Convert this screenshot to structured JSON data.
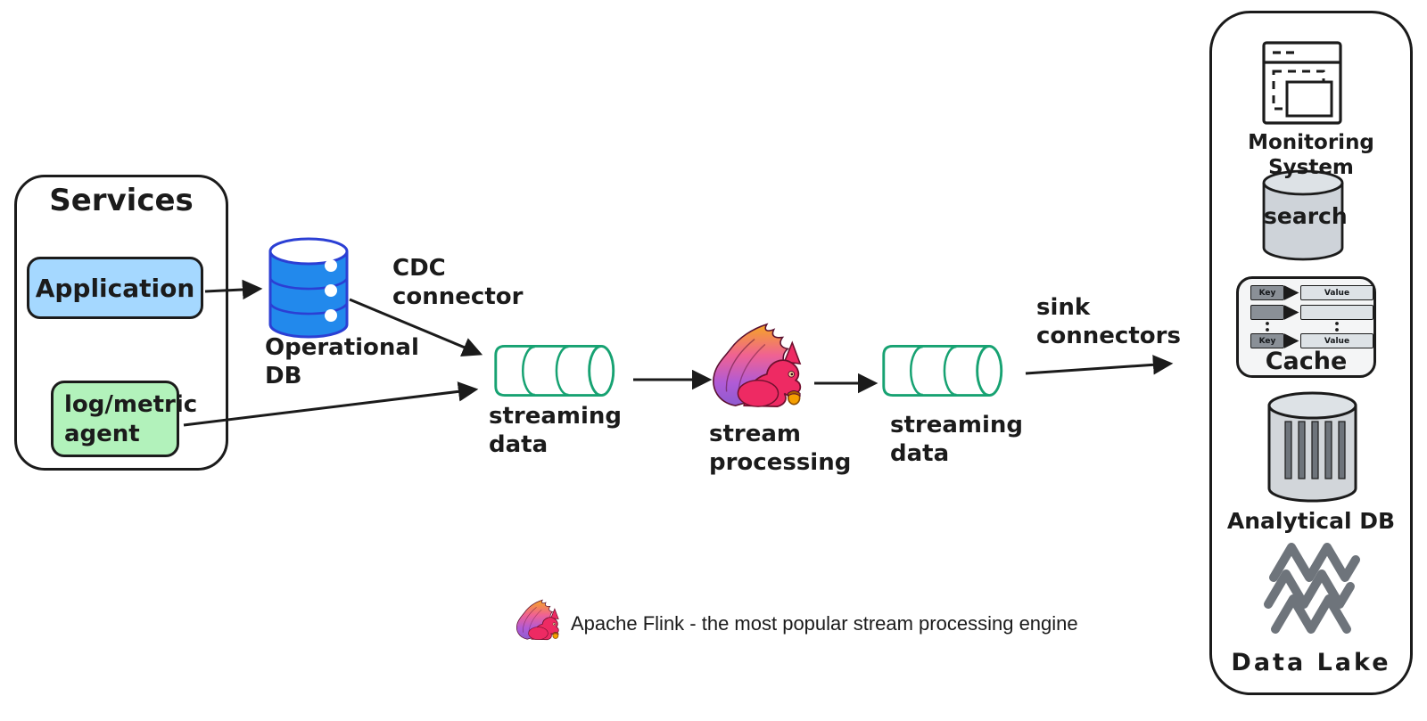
{
  "colors": {
    "ink": "#1b1b1b",
    "application_fill": "#a5d8ff",
    "agent_fill": "#b2f2bb",
    "operational_db_fill": "#2289ec",
    "operational_db_stroke": "#2b3fd4",
    "pipe_stroke": "#17a272",
    "gray_fill": "#ced3d9",
    "gray_dark": "#6e747b",
    "cache_key_fill": "#8a9097",
    "cache_value_fill": "#dde2e6",
    "flink_body": "#ee2a63",
    "flink_tail_top": "#f5a623",
    "flink_tail_mid": "#f06292",
    "flink_tail_bottom": "#8e5bd0",
    "acorn_fill": "#f59f00"
  },
  "icons": {
    "flink": "squirrel-logo",
    "operational_db": "database-cylinder",
    "stream_pipe": "horizontal-pipe-cylinder",
    "monitoring": "browser-window",
    "search": "database-cylinder",
    "cache": "key-value-store",
    "analytical": "columnar-database-cylinder",
    "datalake": "waves"
  },
  "services": {
    "title": "Services",
    "application": "Application",
    "agent_line1": "log/metric",
    "agent_line2": "agent"
  },
  "flow": {
    "operational_db_line1": "Operational",
    "operational_db_line2": "DB",
    "cdc_line1": "CDC",
    "cdc_line2": "connector",
    "stream1_line1": "streaming",
    "stream1_line2": "data",
    "flink_line1": "stream",
    "flink_line2": "processing",
    "stream2_line1": "streaming",
    "stream2_line2": "data",
    "sink_line1": "sink",
    "sink_line2": "connectors"
  },
  "sinks": {
    "monitoring_label": "Monitoring System",
    "search_label": "search",
    "cache_label": "Cache",
    "cache_rows": [
      {
        "key": "Key",
        "value": "Value"
      },
      {
        "key": "",
        "value": ""
      },
      {
        "key": "Key",
        "value": "Value"
      }
    ],
    "analytical_label": "Analytical DB",
    "datalake_label": "Data Lake"
  },
  "legend": {
    "caption": "Apache Flink - the most popular stream processing engine"
  }
}
